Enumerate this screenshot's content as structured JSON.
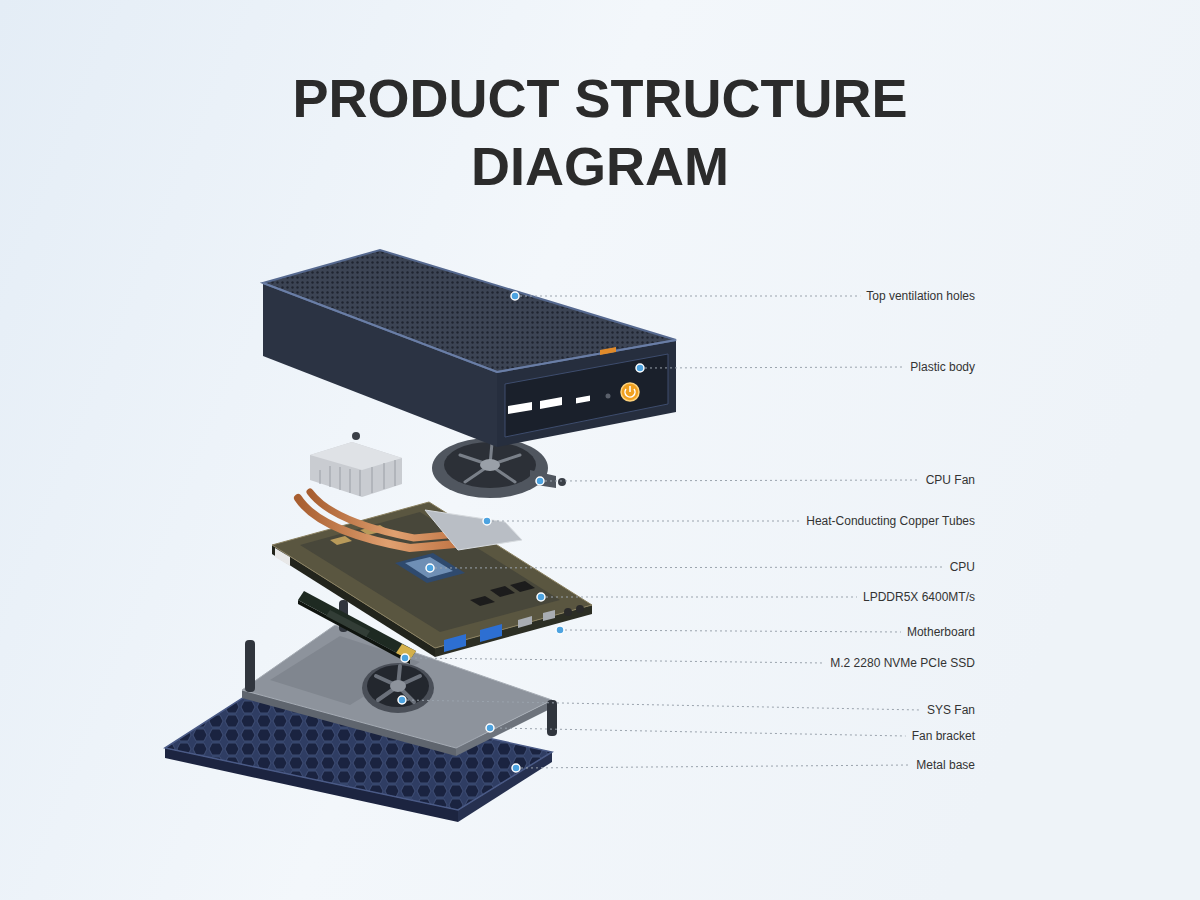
{
  "diagram": {
    "title": "PRODUCT STRUCTURE DIAGRAM",
    "labels": [
      "Top ventilation holes",
      "Plastic body",
      "CPU Fan",
      "Heat-Conducting Copper Tubes",
      "CPU",
      "LPDDR5X 6400MT/s",
      "Motherboard",
      "M.2 2280 NVMe PCIe SSD",
      "SYS Fan",
      "Fan bracket",
      "Metal base"
    ]
  }
}
